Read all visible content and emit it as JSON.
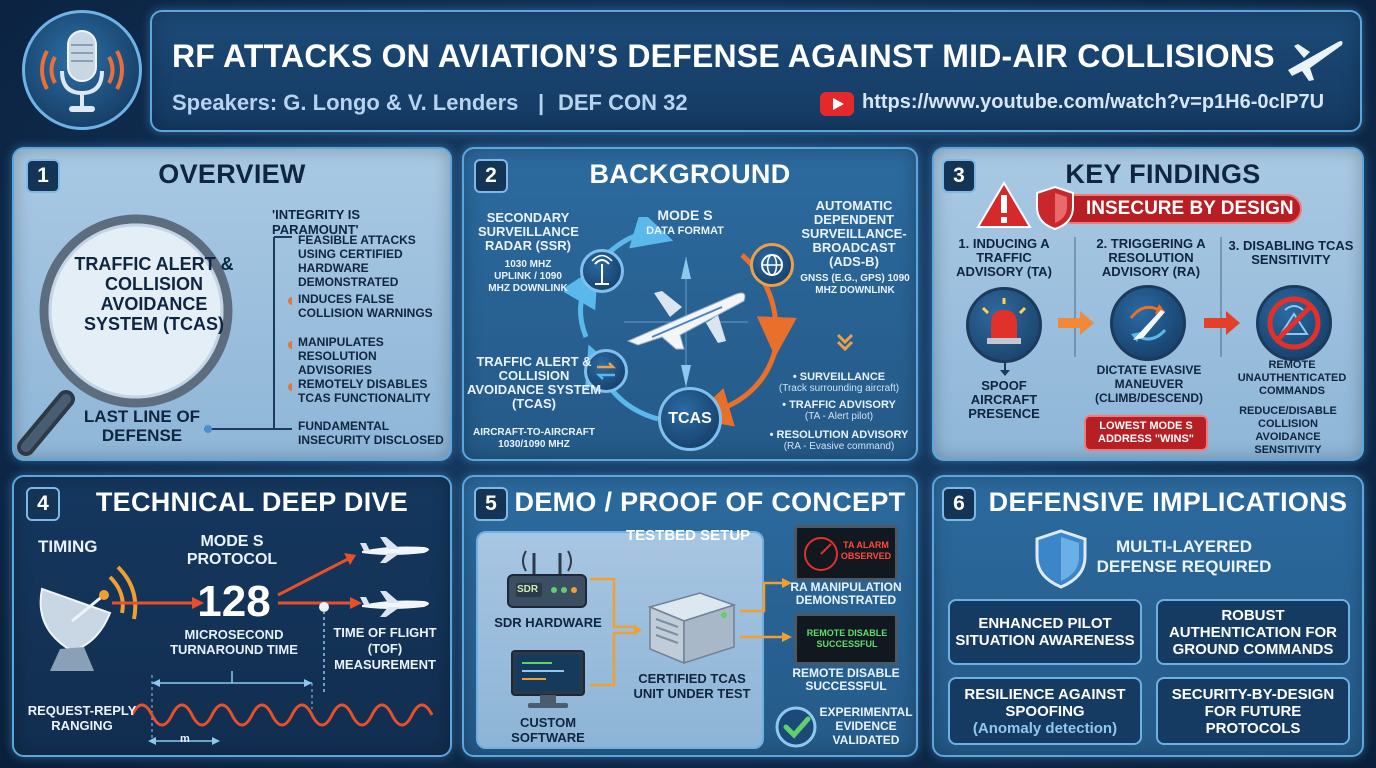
{
  "header": {
    "title": "RF ATTACKS ON AVIATION’S DEFENSE AGAINST MID-AIR COLLISIONS",
    "speakers": "Speakers: G. Longo & V. Lenders",
    "separator": "|",
    "event": "DEF CON 32",
    "url": "https://www.youtube.com/watch?v=p1H6-0clP7U",
    "icons": [
      "microphone-icon",
      "youtube-icon",
      "airplane-icon"
    ]
  },
  "p1": {
    "num": "1",
    "title": "OVERVIEW",
    "lens_text": "TRAFFIC ALERT & COLLISION AVOIDANCE SYSTEM (TCAS)",
    "quote": "'INTEGRITY IS PARAMOUNT'",
    "items": [
      "FEASIBLE ATTACKS USING CERTIFIED HARDWARE DEMONSTRATED",
      "INDUCES FALSE COLLISION WARNINGS",
      "MANIPULATES RESOLUTION ADVISORIES",
      "REMOTELY DISABLES TCAS FUNCTIONALITY",
      "FUNDAMENTAL INSECURITY DISCLOSED"
    ],
    "last_line": "LAST LINE OF DEFENSE"
  },
  "p2": {
    "num": "2",
    "title": "BACKGROUND",
    "ssr_title": "SECONDARY SURVEILLANCE RADAR (SSR)",
    "ssr_detail": "1030 MHz UPLINK / 1090 MHz DOWNLINK",
    "modes_title": "MODE S",
    "modes_sub": "DATA FORMAT",
    "adsb_title": "AUTOMATIC DEPENDENT SURVEILLANCE-BROADCAST (ADS-B)",
    "adsb_detail": "GNSS (e.g., GPS) 1090 MHz DOWNLINK",
    "tcas_title": "TRAFFIC ALERT & COLLISION AVOIDANCE SYSTEM (TCAS)",
    "tcas_detail": "AIRCRAFT-TO-AIRCRAFT 1030/1090 MHz",
    "tcas_badge": "TCAS",
    "bullets": [
      {
        "head": "• SURVEILLANCE",
        "sub": "(Track surrounding aircraft)"
      },
      {
        "head": "• TRAFFIC ADVISORY",
        "sub": "(TA - Alert pilot)"
      },
      {
        "head": "• RESOLUTION ADVISORY",
        "sub": "(RA - Evasive command)"
      }
    ]
  },
  "p3": {
    "num": "3",
    "title": "KEY FINDINGS",
    "banner": "INSECURE BY DESIGN",
    "col1_title": "1. INDUCING A TRAFFIC ADVISORY (TA)",
    "col1_result": "SPOOF AIRCRAFT PRESENCE",
    "col2_title": "2. TRIGGERING A RESOLUTION ADVISORY (RA)",
    "col2_result": "DICTATE EVASIVE MANEUVER (CLIMB/DESCEND)",
    "col2_badge": "LOWEST MODE S ADDRESS \"WINS\"",
    "col3_title": "3. DISABLING TCAS SENSITIVITY",
    "col3_result1": "REMOTE UNAUTHENTICATED COMMANDS",
    "col3_result2": "REDUCE/DISABLE COLLISION AVOIDANCE SENSITIVITY"
  },
  "p4": {
    "num": "4",
    "title": "TECHNICAL DEEP DIVE",
    "timing": "TIMING",
    "protocol": "MODE S PROTOCOL",
    "big_number": "128",
    "big_caption": "MICROSECOND TURNAROUND TIME",
    "tof": "TIME OF FLIGHT (ToF) MEASUREMENT",
    "ranging": "REQUEST-REPLY RANGING",
    "m_label": "m"
  },
  "p5": {
    "num": "5",
    "title": "DEMO / PROOF OF CONCEPT",
    "testbed": "TESTBED SETUP",
    "sdr_label": "SDR",
    "sdr_hw": "SDR HARDWARE",
    "software": "CUSTOM SOFTWARE",
    "unit": "CERTIFIED TCAS UNIT UNDER TEST",
    "screen1": "TA ALARM OBSERVED",
    "result1": "RA MANIPULATION DEMONSTRATED",
    "screen2": "REMOTE DISABLE SUCCESSFUL",
    "result2": "REMOTE DISABLE SUCCESSFUL",
    "evidence": "EXPERIMENTAL EVIDENCE VALIDATED"
  },
  "p6": {
    "num": "6",
    "title": "DEFENSIVE IMPLICATIONS",
    "required": "MULTI-LAYERED DEFENSE REQUIRED",
    "boxes": [
      "ENHANCED PILOT SITUATION AWARENESS",
      "ROBUST AUTHENTICATION FOR GROUND COMMANDS",
      "RESILIENCE AGAINST SPOOFING",
      "SECURITY-BY-DESIGN FOR FUTURE PROTOCOLS"
    ],
    "box3_sub": "(Anomaly detection)"
  },
  "colors": {
    "accent": "#5aa7e0",
    "danger": "#c8282c",
    "arrow": "#e8702a",
    "navy": "#0f2540"
  }
}
